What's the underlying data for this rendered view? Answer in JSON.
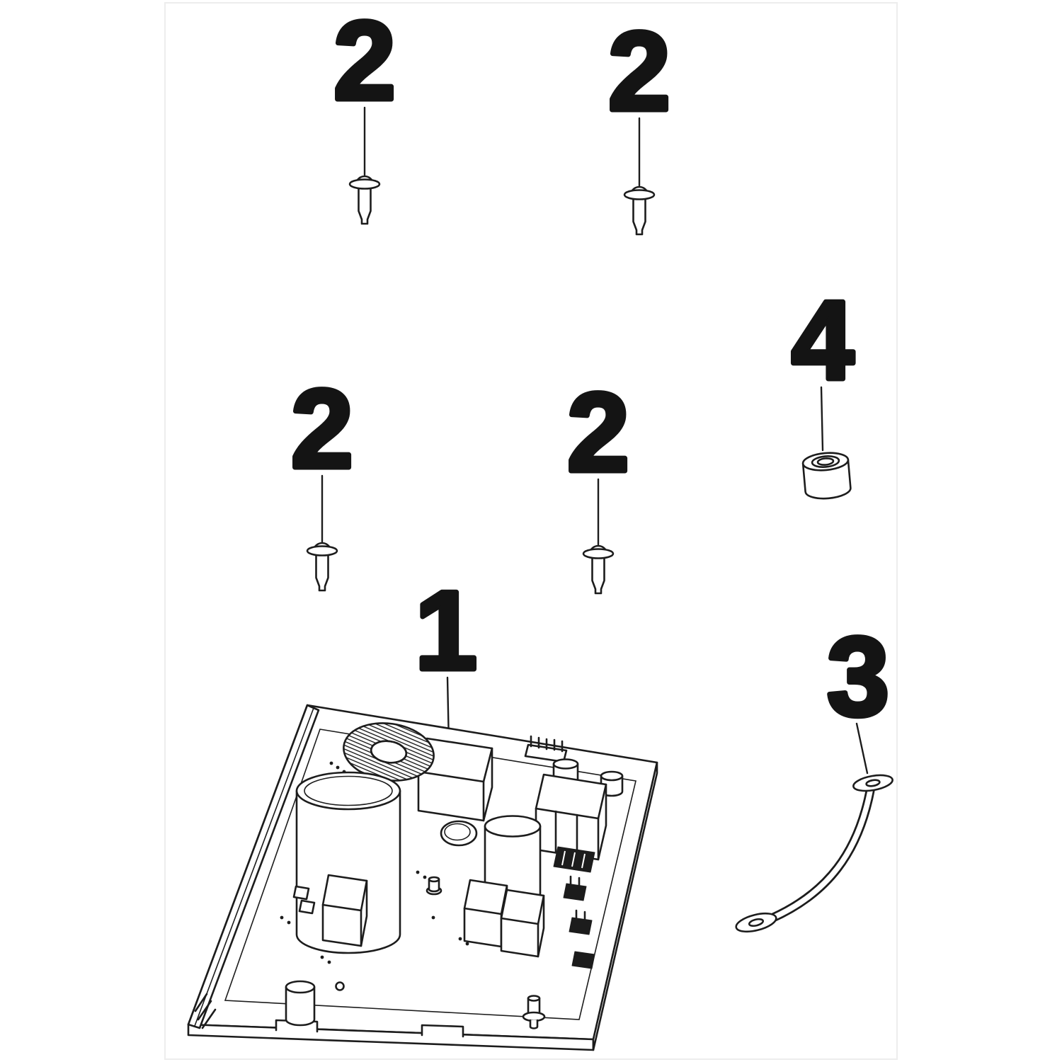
{
  "diagram": {
    "kind": "exploded-parts-diagram",
    "background_color": "#ffffff",
    "line_color": "#1c1c1c",
    "callouts": [
      {
        "part": "mounting-screw-top-left",
        "label": "2"
      },
      {
        "part": "mounting-screw-top-right",
        "label": "2"
      },
      {
        "part": "mounting-screw-mid-left",
        "label": "2"
      },
      {
        "part": "mounting-screw-mid-right",
        "label": "2"
      },
      {
        "part": "spacer-bushing",
        "label": "4"
      },
      {
        "part": "control-board-assembly",
        "label": "1"
      },
      {
        "part": "ground-strap",
        "label": "3"
      }
    ]
  }
}
